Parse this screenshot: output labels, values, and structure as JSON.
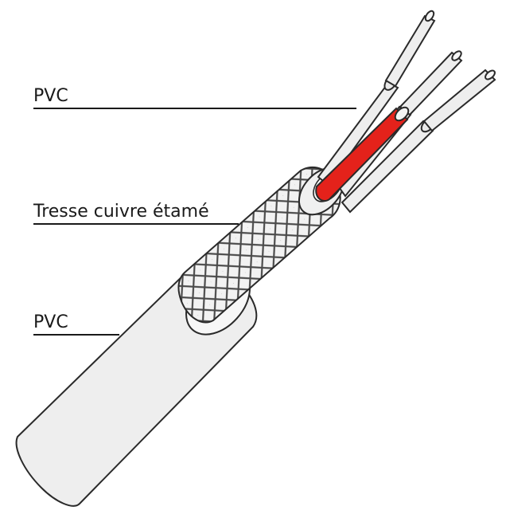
{
  "labels": {
    "pvc_inner": "PVC",
    "braid": "Tresse cuivre étamé",
    "pvc_outer": "PVC"
  },
  "colors": {
    "insulation": "#eeeeee",
    "outline": "#2a2a2a",
    "red_core": "#e4221b",
    "braid_light": "#f2f2f2",
    "braid_dark": "#4a4a4a"
  }
}
